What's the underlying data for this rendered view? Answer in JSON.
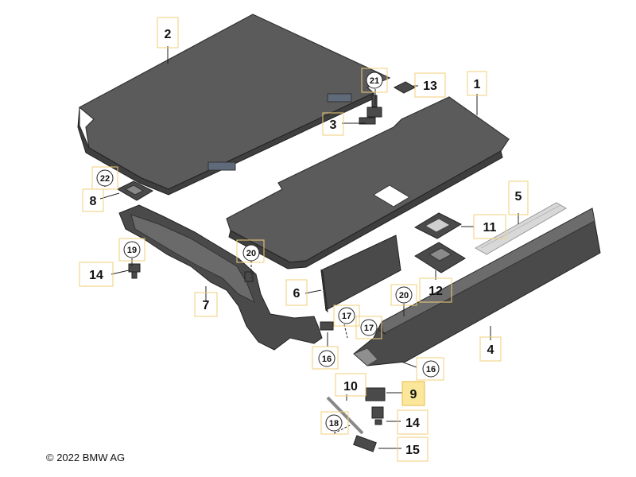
{
  "copyright": "© 2022 BMW AG",
  "callouts": {
    "c1": "1",
    "c2": "2",
    "c3": "3",
    "c4": "4",
    "c5": "5",
    "c6": "6",
    "c7": "7",
    "c8": "8",
    "c9": "9",
    "c10": "10",
    "c11": "11",
    "c12": "12",
    "c13": "13",
    "c14a": "14",
    "c14b": "14",
    "c15": "15",
    "c16a": "16",
    "c16b": "16",
    "c17a": "17",
    "c17b": "17",
    "c18": "18",
    "c19": "19",
    "c20a": "20",
    "c20b": "20",
    "c21": "21",
    "c22": "22"
  },
  "highlighted_callout": "9",
  "colors": {
    "highlight_fill": "#fbe79a",
    "label_box": "#f2cf7a",
    "part_fill": "#5b5b5b"
  }
}
